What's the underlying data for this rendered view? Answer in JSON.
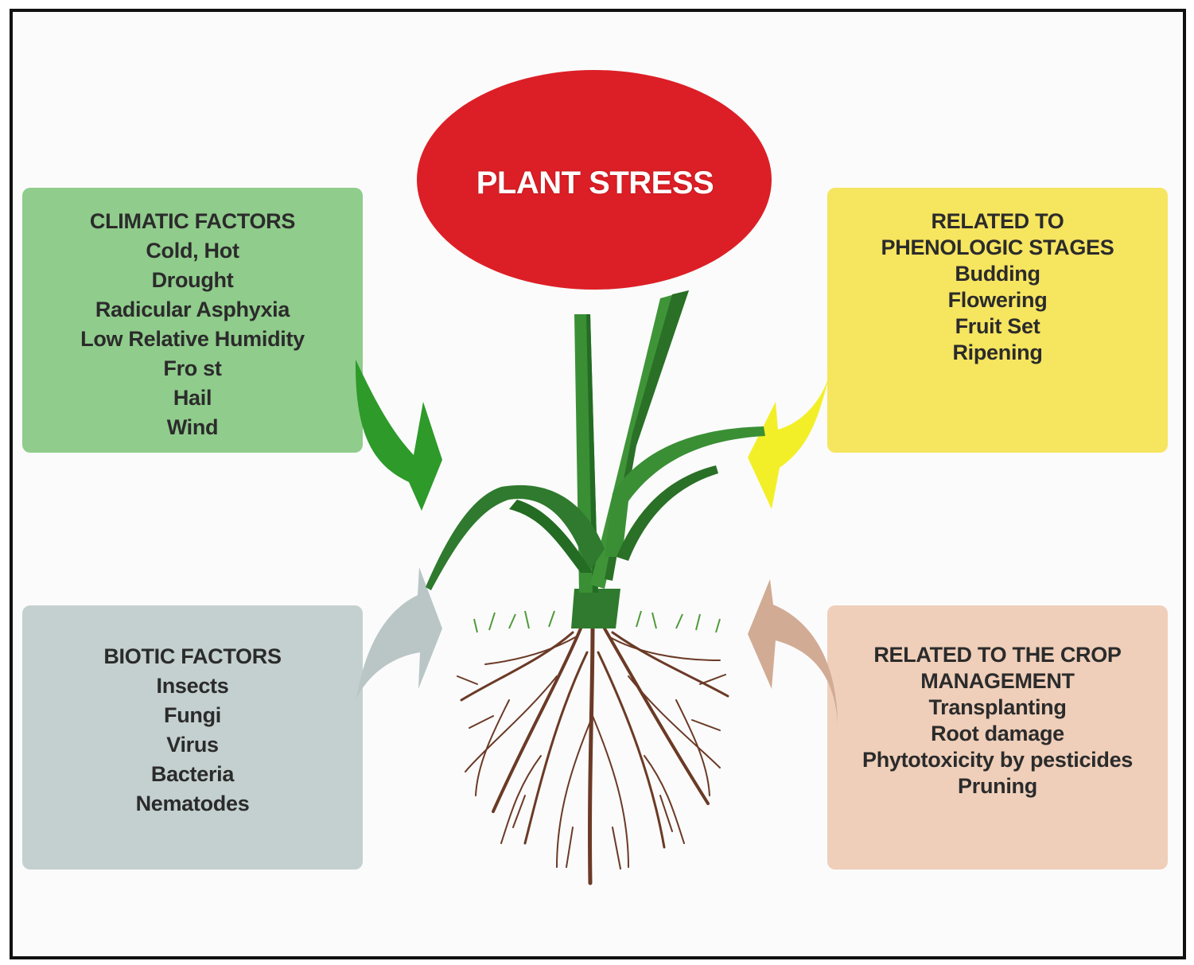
{
  "title": "PLANT STRESS",
  "colors": {
    "ellipse": "#dc1f26",
    "climatic_box": "#90cc8c",
    "climatic_arrow": "#2d9a2a",
    "biotic_box": "#c3d0cf",
    "biotic_arrow": "#b9c6c5",
    "phenologic_box": "#f6e55f",
    "phenologic_arrow": "#f2ef28",
    "crop_box": "#efcfba",
    "crop_arrow": "#d1ab94",
    "stem": "#2f7a2e",
    "roots": "#6b3a26"
  },
  "climatic": {
    "heading": "CLIMATIC FACTORS",
    "items": [
      "Cold, Hot",
      "Drought",
      "Radicular Asphyxia",
      "Low Relative Humidity",
      "Fro st",
      "Hail",
      "Wind"
    ]
  },
  "phenologic": {
    "heading_line1": "RELATED TO",
    "heading_line2": "PHENOLOGIC STAGES",
    "items": [
      "Budding",
      "Flowering",
      "Fruit Set",
      "Ripening"
    ]
  },
  "biotic": {
    "heading": "BIOTIC FACTORS",
    "items": [
      "Insects",
      "Fungi",
      "Virus",
      "Bacteria",
      "Nematodes"
    ]
  },
  "crop": {
    "heading_line1": "RELATED TO THE CROP",
    "heading_line2": "MANAGEMENT",
    "items": [
      "Transplanting",
      "Root damage",
      "Phytotoxicity by pesticides",
      "Pruning"
    ]
  }
}
